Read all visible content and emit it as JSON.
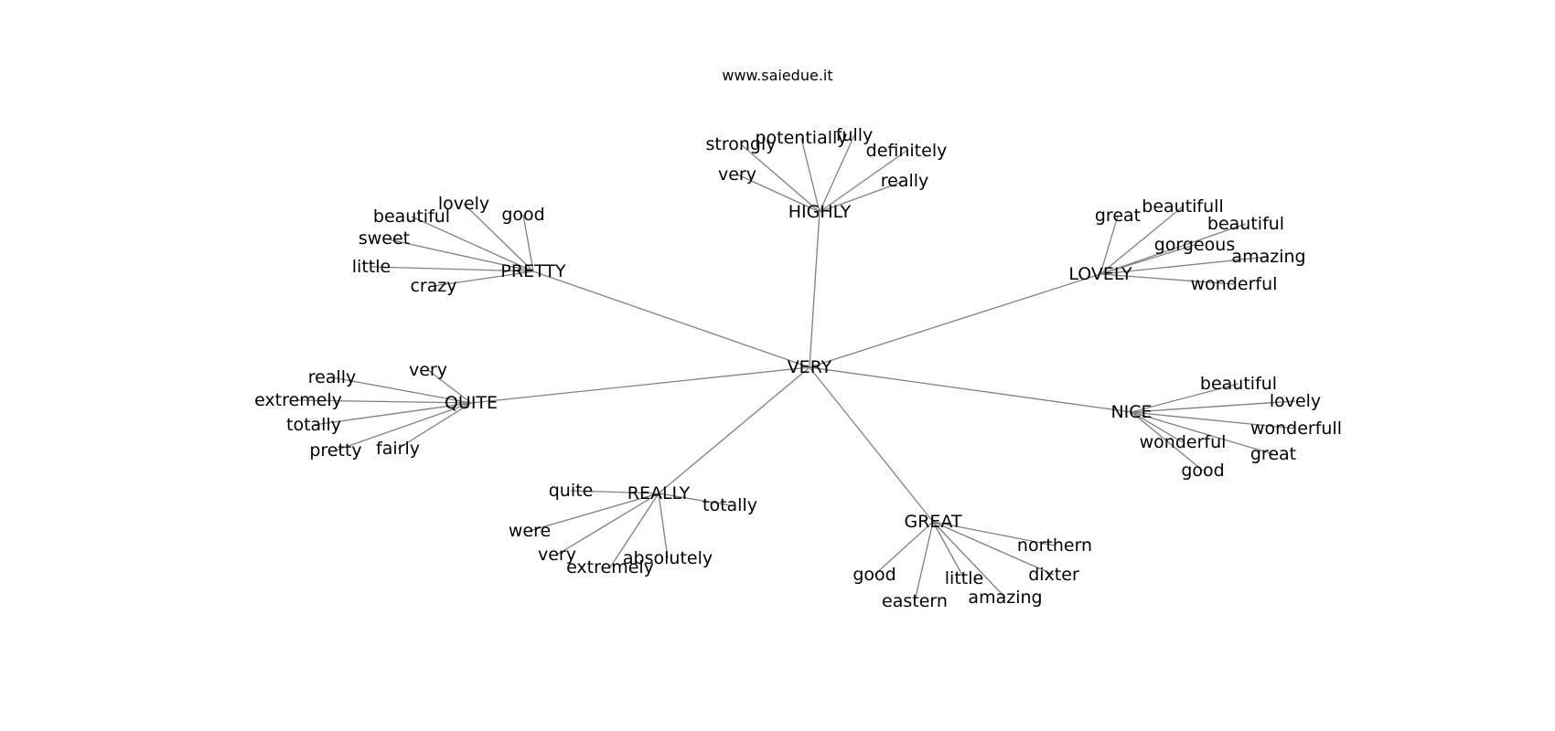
{
  "header": {
    "site": "www.saiedue.it"
  },
  "colors": {
    "edge": "#808080",
    "text": "#000000",
    "background": "#ffffff"
  },
  "graph": {
    "center": "VERY",
    "hubs": [
      {
        "word": "HIGHLY",
        "leaves": [
          "strongly",
          "potentially",
          "fully",
          "definitely",
          "very",
          "really"
        ]
      },
      {
        "word": "PRETTY",
        "leaves": [
          "lovely",
          "good",
          "beautiful",
          "sweet",
          "little",
          "crazy"
        ]
      },
      {
        "word": "LOVELY",
        "leaves": [
          "great",
          "beautifull",
          "beautiful",
          "gorgeous",
          "amazing",
          "wonderful"
        ]
      },
      {
        "word": "QUITE",
        "leaves": [
          "very",
          "really",
          "extremely",
          "totally",
          "pretty",
          "fairly"
        ]
      },
      {
        "word": "NICE",
        "leaves": [
          "beautiful",
          "lovely",
          "wonderfull",
          "wonderful",
          "great",
          "good"
        ]
      },
      {
        "word": "REALLY",
        "leaves": [
          "quite",
          "totally",
          "were",
          "very",
          "extremely",
          "absolutely"
        ]
      },
      {
        "word": "GREAT",
        "leaves": [
          "northern",
          "dixter",
          "good",
          "little",
          "amazing",
          "eastern"
        ]
      }
    ]
  }
}
